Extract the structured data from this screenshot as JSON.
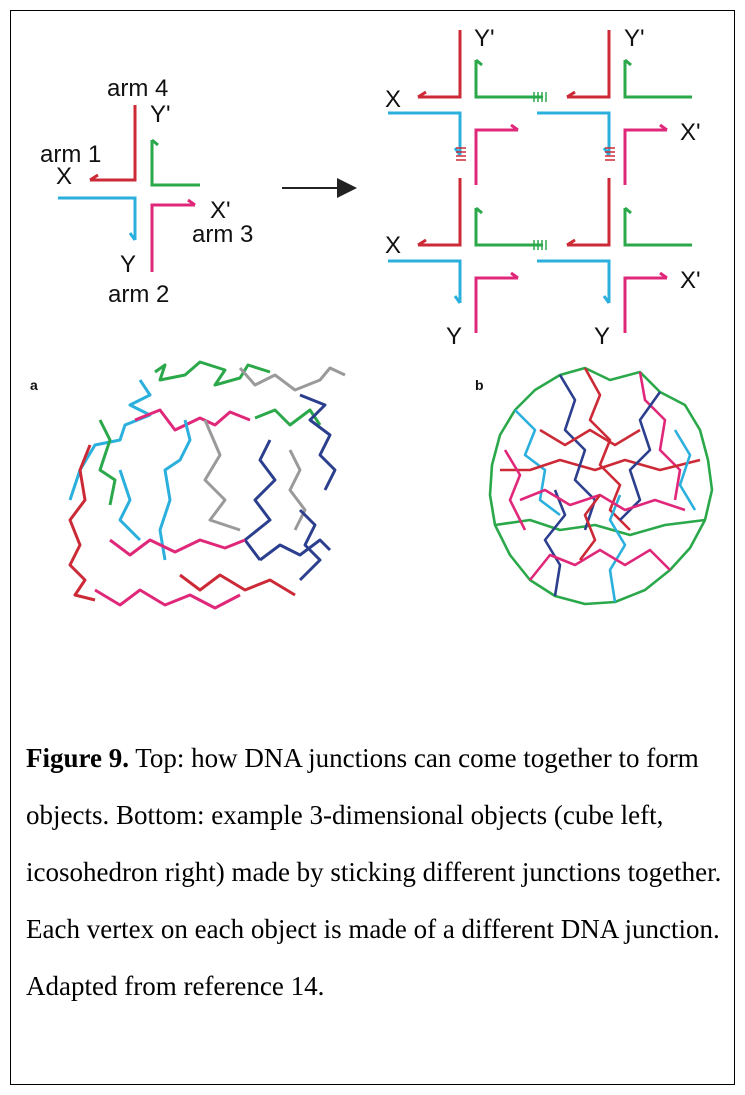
{
  "colors": {
    "red": "#cc2a36",
    "green": "#2aa84a",
    "blue": "#2bb0dd",
    "magenta": "#e0287a",
    "gray": "#9a9a9a",
    "navy": "#2c3f8f"
  },
  "junction": {
    "arm1": "arm 1",
    "arm2": "arm 2",
    "arm3": "arm 3",
    "arm4": "arm 4",
    "X": "X",
    "Xp": "X'",
    "Y": "Y",
    "Yp": "Y'"
  },
  "lattice": {
    "X": "X",
    "Xp": "X'",
    "Y": "Y",
    "Yp": "Y'"
  },
  "panels": {
    "a": "a",
    "b": "b"
  },
  "caption": {
    "label": "Figure 9.",
    "text": " Top: how DNA junctions can come together to form objects. Bottom: example 3-dimensional objects (cube left, icosohedron right) made by sticking different junctions together. Each vertex on each object is made of a different DNA junction. Adapted from reference 14."
  }
}
